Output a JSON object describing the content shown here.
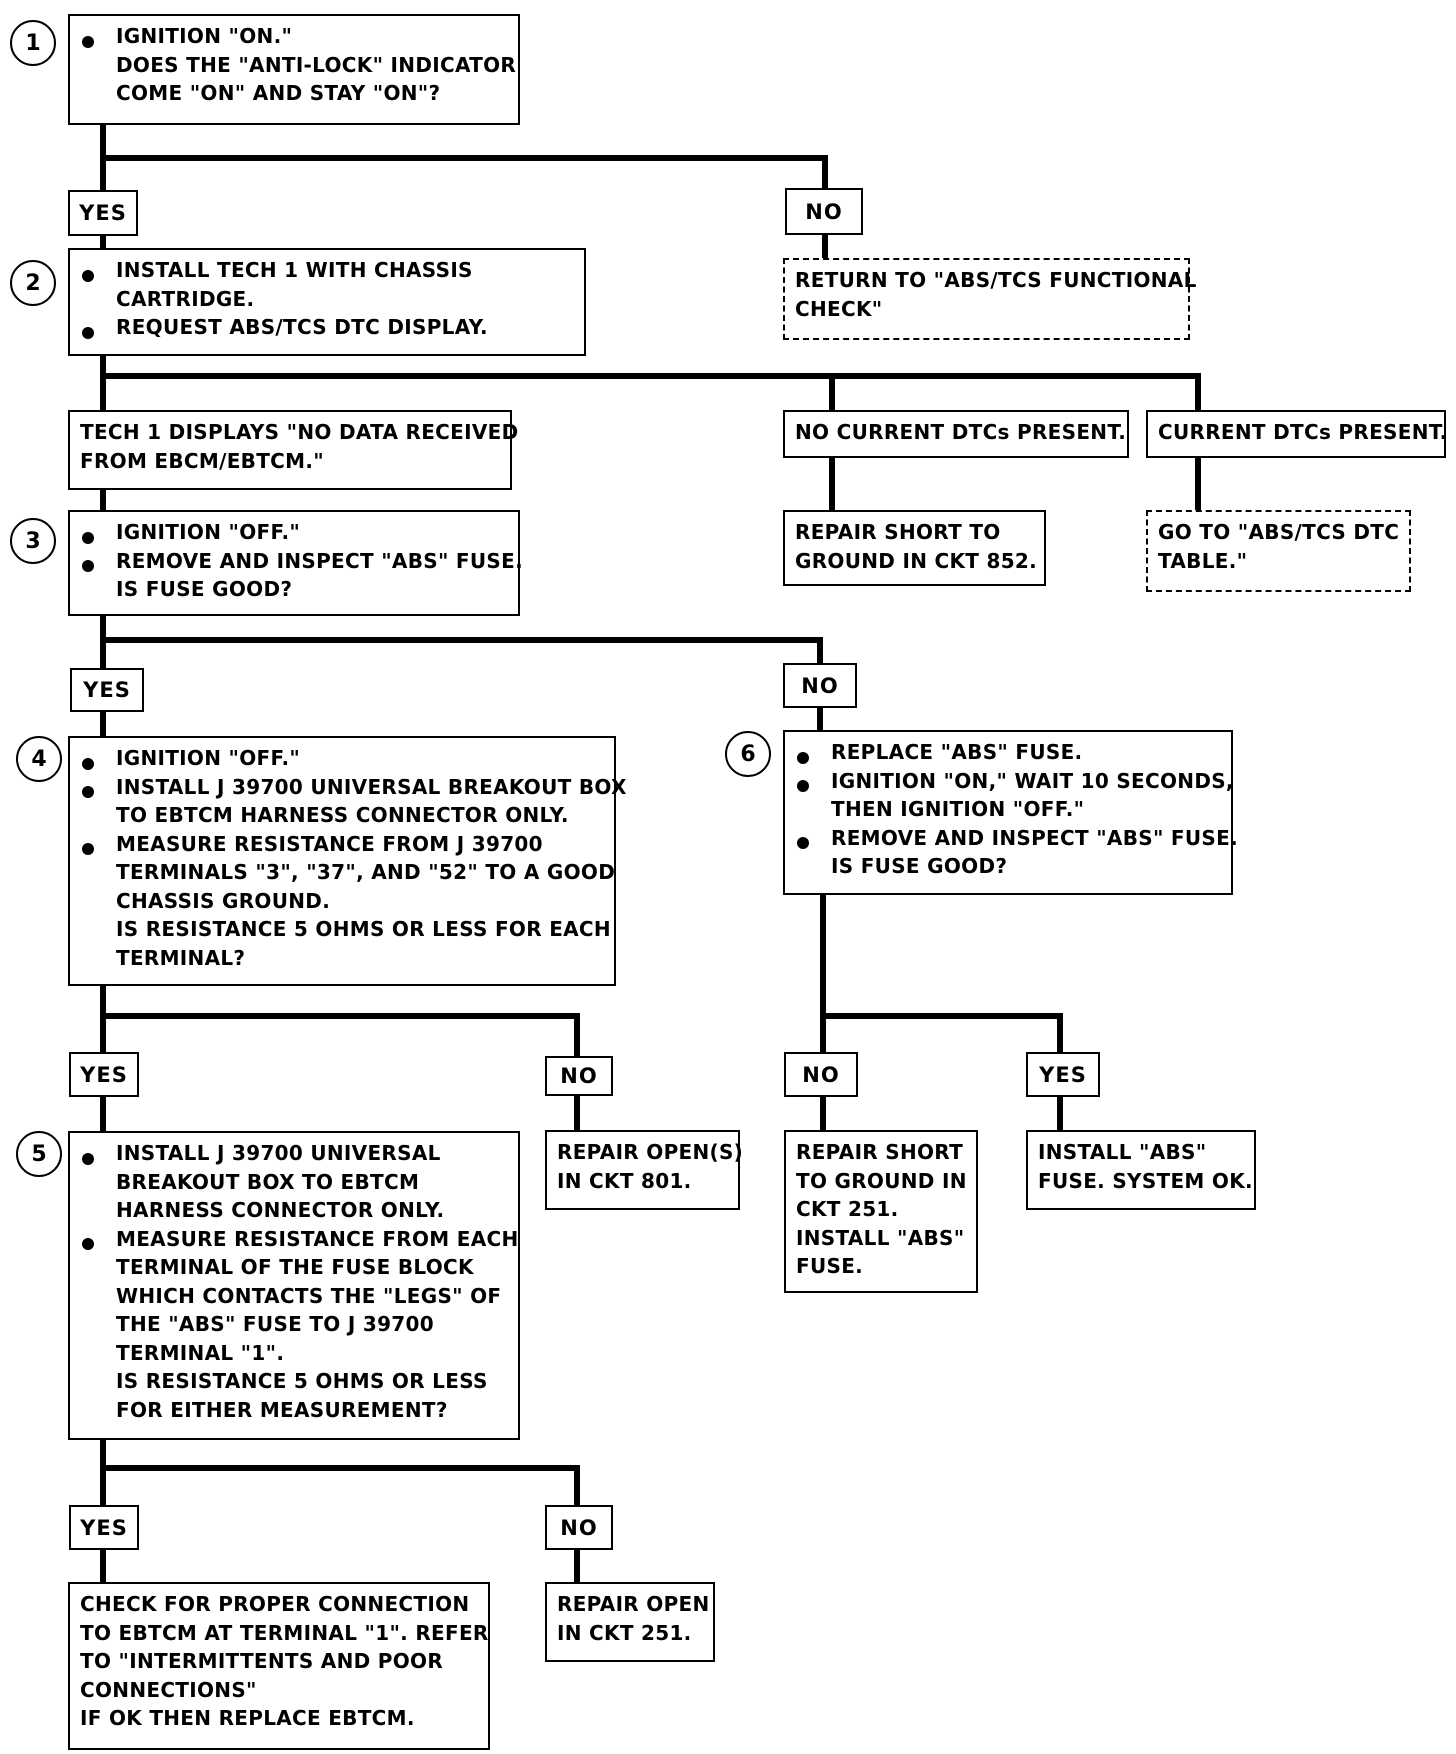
{
  "steps": {
    "s1": "1",
    "s2": "2",
    "s3": "3",
    "s4": "4",
    "s5": "5",
    "s6": "6"
  },
  "labels": {
    "yes": "YES",
    "no": "NO"
  },
  "boxes": {
    "b1": [
      "IGNITION \"ON.\"",
      "DOES THE \"ANTI-LOCK\" INDICATOR",
      "COME \"ON\" AND STAY \"ON\"?"
    ],
    "b_return": [
      "RETURN TO \"ABS/TCS FUNCTIONAL",
      "CHECK\""
    ],
    "b2": [
      "INSTALL TECH 1 WITH CHASSIS",
      "CARTRIDGE.",
      "REQUEST ABS/TCS DTC DISPLAY."
    ],
    "b_nodata": [
      "TECH 1 DISPLAYS \"NO DATA RECEIVED",
      "FROM EBCM/EBTCM.\""
    ],
    "b_nocurrent": [
      "NO CURRENT DTCs PRESENT."
    ],
    "b_current": [
      "CURRENT DTCs PRESENT."
    ],
    "b_short852": [
      "REPAIR SHORT TO",
      "GROUND IN CKT 852."
    ],
    "b_dtctable": [
      "GO TO \"ABS/TCS DTC",
      "TABLE.\""
    ],
    "b3": [
      "IGNITION \"OFF.\"",
      "REMOVE AND INSPECT \"ABS\" FUSE.",
      "IS FUSE GOOD?"
    ],
    "b4": [
      "IGNITION \"OFF.\"",
      "INSTALL J 39700 UNIVERSAL BREAKOUT BOX",
      "TO EBTCM HARNESS CONNECTOR ONLY.",
      "MEASURE RESISTANCE FROM J 39700",
      "TERMINALS \"3\", \"37\", AND \"52\" TO A GOOD",
      "CHASSIS GROUND.",
      "IS RESISTANCE 5 OHMS OR LESS FOR EACH",
      "TERMINAL?"
    ],
    "b6": [
      "REPLACE \"ABS\" FUSE.",
      "IGNITION \"ON,\" WAIT 10 SECONDS,",
      "THEN IGNITION \"OFF.\"",
      "REMOVE AND INSPECT \"ABS\" FUSE.",
      "IS FUSE GOOD?"
    ],
    "b_open801": [
      "REPAIR OPEN(S)",
      "IN CKT 801."
    ],
    "b_short251": [
      "REPAIR SHORT",
      "TO GROUND IN",
      "CKT 251.",
      "INSTALL \"ABS\"",
      "FUSE."
    ],
    "b_install": [
      "INSTALL \"ABS\"",
      "FUSE. SYSTEM OK."
    ],
    "b5": [
      "INSTALL J 39700 UNIVERSAL",
      "BREAKOUT BOX TO EBTCM",
      "HARNESS CONNECTOR ONLY.",
      "MEASURE RESISTANCE FROM EACH",
      "TERMINAL OF THE FUSE BLOCK",
      "WHICH CONTACTS THE \"LEGS\" OF",
      "THE \"ABS\" FUSE TO J 39700",
      "TERMINAL \"1\".",
      "IS RESISTANCE 5 OHMS OR LESS",
      "FOR EITHER MEASUREMENT?"
    ],
    "b_check": [
      "CHECK FOR PROPER CONNECTION",
      "TO EBTCM AT TERMINAL \"1\". REFER",
      "TO \"INTERMITTENTS AND POOR",
      "CONNECTIONS\"",
      "IF OK THEN REPLACE EBTCM."
    ],
    "b_open251": [
      "REPAIR OPEN",
      "IN CKT 251."
    ]
  }
}
